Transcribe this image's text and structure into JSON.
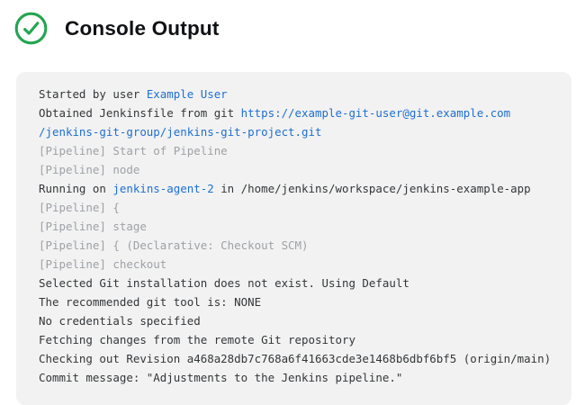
{
  "colors": {
    "page_bg": "#ffffff",
    "console_bg": "#f2f2f2",
    "text": "#333639",
    "muted": "#9ea1a6",
    "link": "#1f6fd0",
    "success_green": "#23A550",
    "title": "#101114"
  },
  "header": {
    "title": "Console Output",
    "status_icon": "check-circle-icon"
  },
  "console": {
    "lines": [
      [
        {
          "t": "Started by user ",
          "s": "text"
        },
        {
          "t": "Example User",
          "s": "link"
        }
      ],
      [
        {
          "t": "Obtained Jenkinsfile from git ",
          "s": "text"
        },
        {
          "t": "https://example-git-user@git.example.com",
          "s": "link"
        }
      ],
      [
        {
          "t": "/jenkins-git-group/jenkins-git-project.git",
          "s": "link"
        }
      ],
      [
        {
          "t": "[Pipeline] Start of Pipeline",
          "s": "muted"
        }
      ],
      [
        {
          "t": "[Pipeline] node",
          "s": "muted"
        }
      ],
      [
        {
          "t": "Running on ",
          "s": "text"
        },
        {
          "t": "jenkins-agent-2",
          "s": "link"
        },
        {
          "t": " in /home/jenkins/workspace/jenkins-example-app",
          "s": "text"
        }
      ],
      [
        {
          "t": "[Pipeline] {",
          "s": "muted"
        }
      ],
      [
        {
          "t": "[Pipeline] stage",
          "s": "muted"
        }
      ],
      [
        {
          "t": "[Pipeline] { (Declarative: Checkout SCM)",
          "s": "muted"
        }
      ],
      [
        {
          "t": "[Pipeline] checkout",
          "s": "muted"
        }
      ],
      [
        {
          "t": "Selected Git installation does not exist. Using Default",
          "s": "text"
        }
      ],
      [
        {
          "t": "The recommended git tool is: NONE",
          "s": "text"
        }
      ],
      [
        {
          "t": "No credentials specified",
          "s": "text"
        }
      ],
      [
        {
          "t": "Fetching changes from the remote Git repository",
          "s": "text"
        }
      ],
      [
        {
          "t": "Checking out Revision a468a28db7c768a6f41663cde3e1468b6dbf6bf5 (origin/main)",
          "s": "text"
        }
      ],
      [
        {
          "t": "Commit message: \"Adjustments to the Jenkins pipeline.\"",
          "s": "text"
        }
      ]
    ]
  }
}
